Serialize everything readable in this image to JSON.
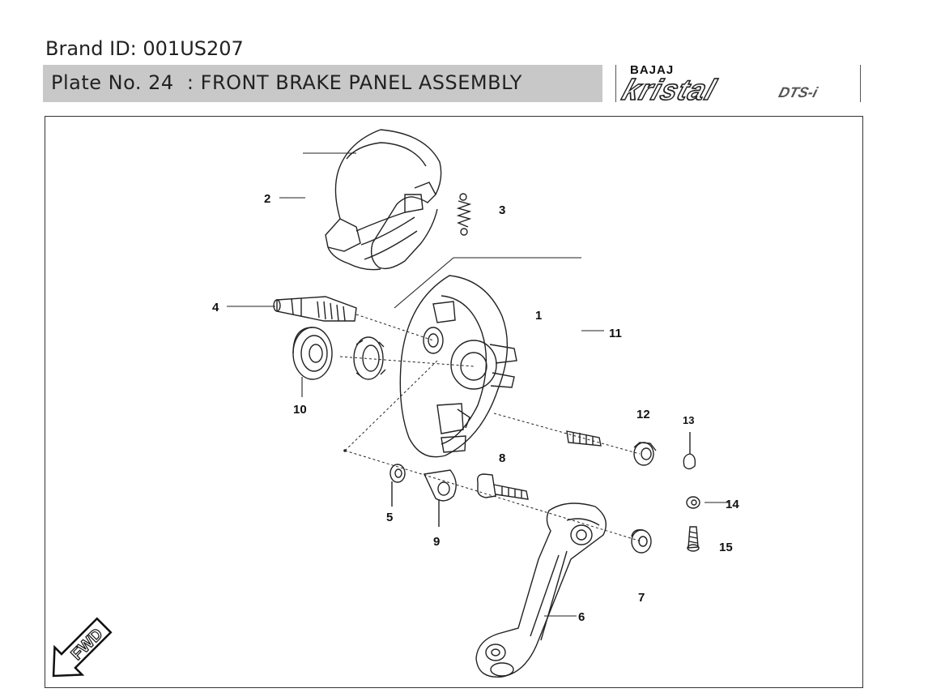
{
  "header": {
    "brand_id": "Brand ID: 001US207",
    "plate_title": "Plate No. 24  : FRONT BRAKE PANEL ASSEMBLY"
  },
  "logo": {
    "maker": "BAJAJ",
    "model": "kristal",
    "variant": "DTS-i"
  },
  "callouts": [
    "1",
    "2",
    "3",
    "4",
    "5",
    "6",
    "7",
    "8",
    "9",
    "10",
    "11",
    "12",
    "13",
    "14",
    "15"
  ],
  "direction_marker": "FWD",
  "colors": {
    "title_bar": "#c8c8c8",
    "line": "#222222",
    "background": "#ffffff"
  }
}
